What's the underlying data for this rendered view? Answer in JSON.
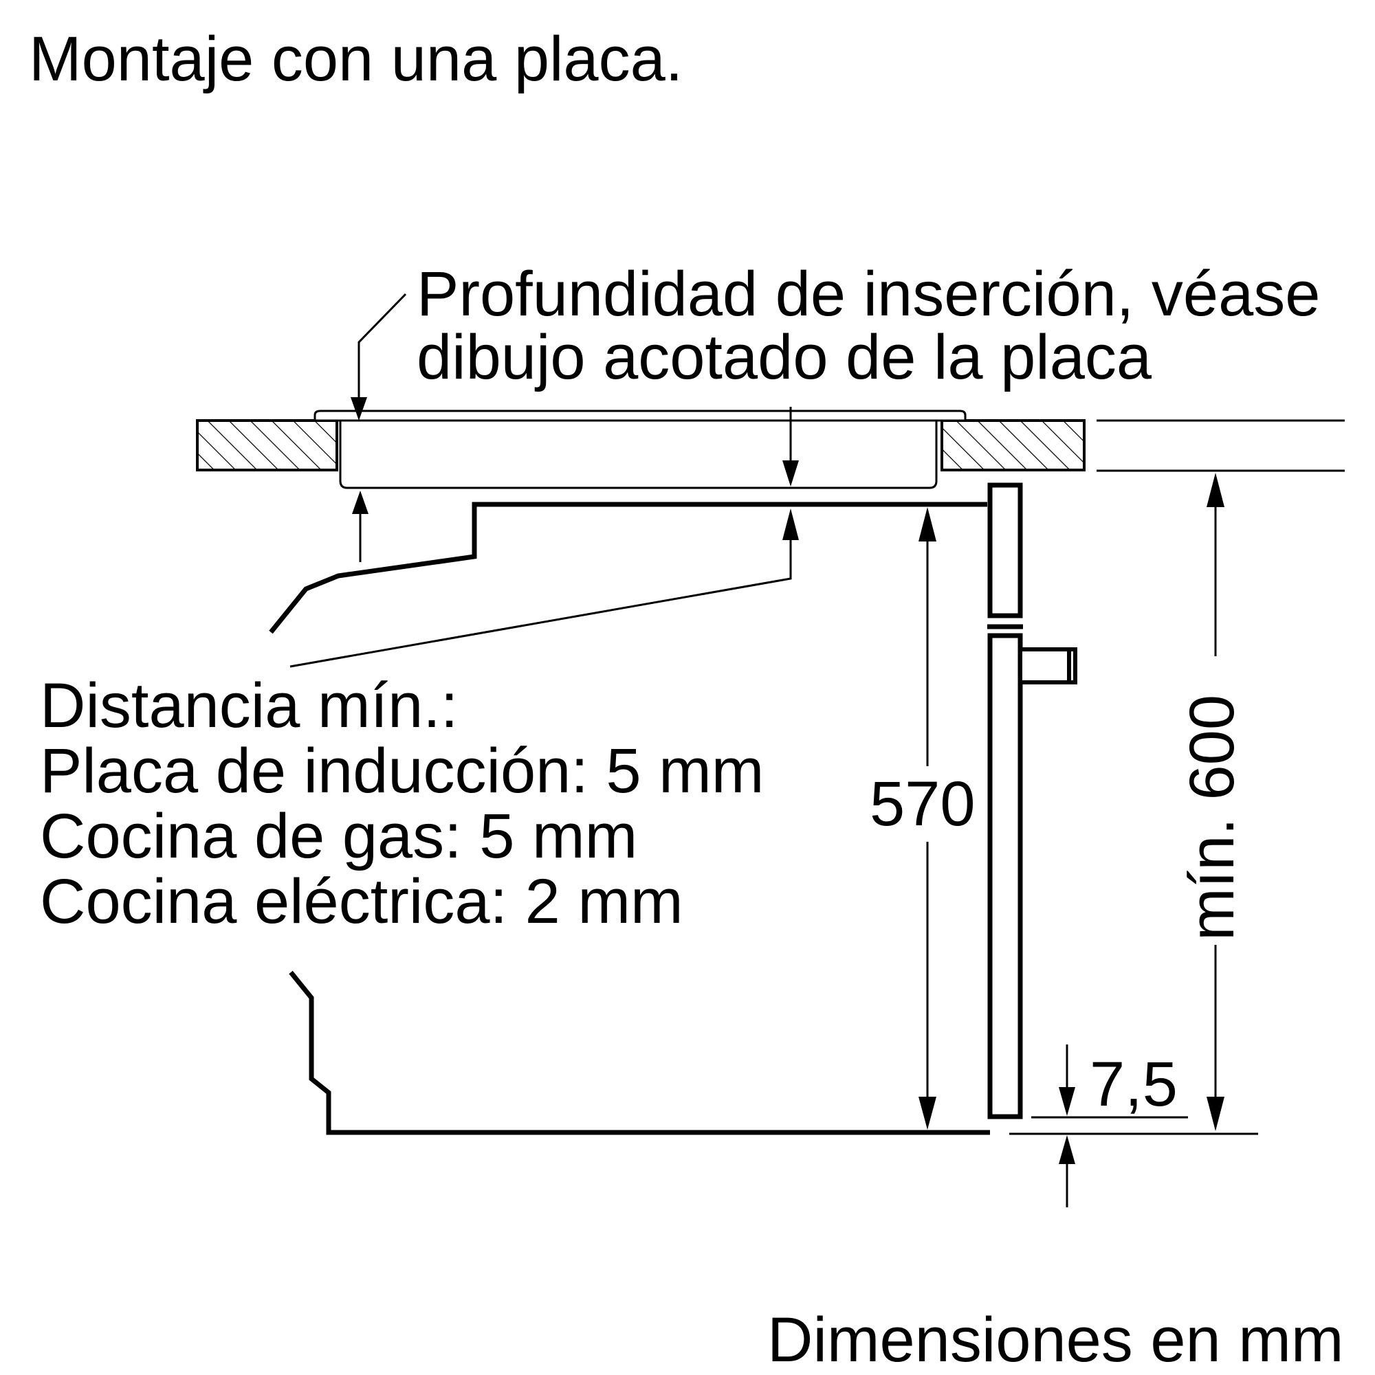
{
  "title": "Montaje con una placa.",
  "callout": {
    "line1": "Profundidad de inserción, véase",
    "line2": "dibujo acotado de la placa"
  },
  "min_distance": {
    "heading": "Distancia mín.:",
    "induction": "Placa de inducción: 5 mm",
    "gas": "Cocina de gas: 5 mm",
    "electric": "Cocina eléctrica: 2 mm"
  },
  "dimensions": {
    "height": "570",
    "min_height": "mín. 600",
    "offset": "7,5"
  },
  "units_note": "Dimensiones en mm"
}
